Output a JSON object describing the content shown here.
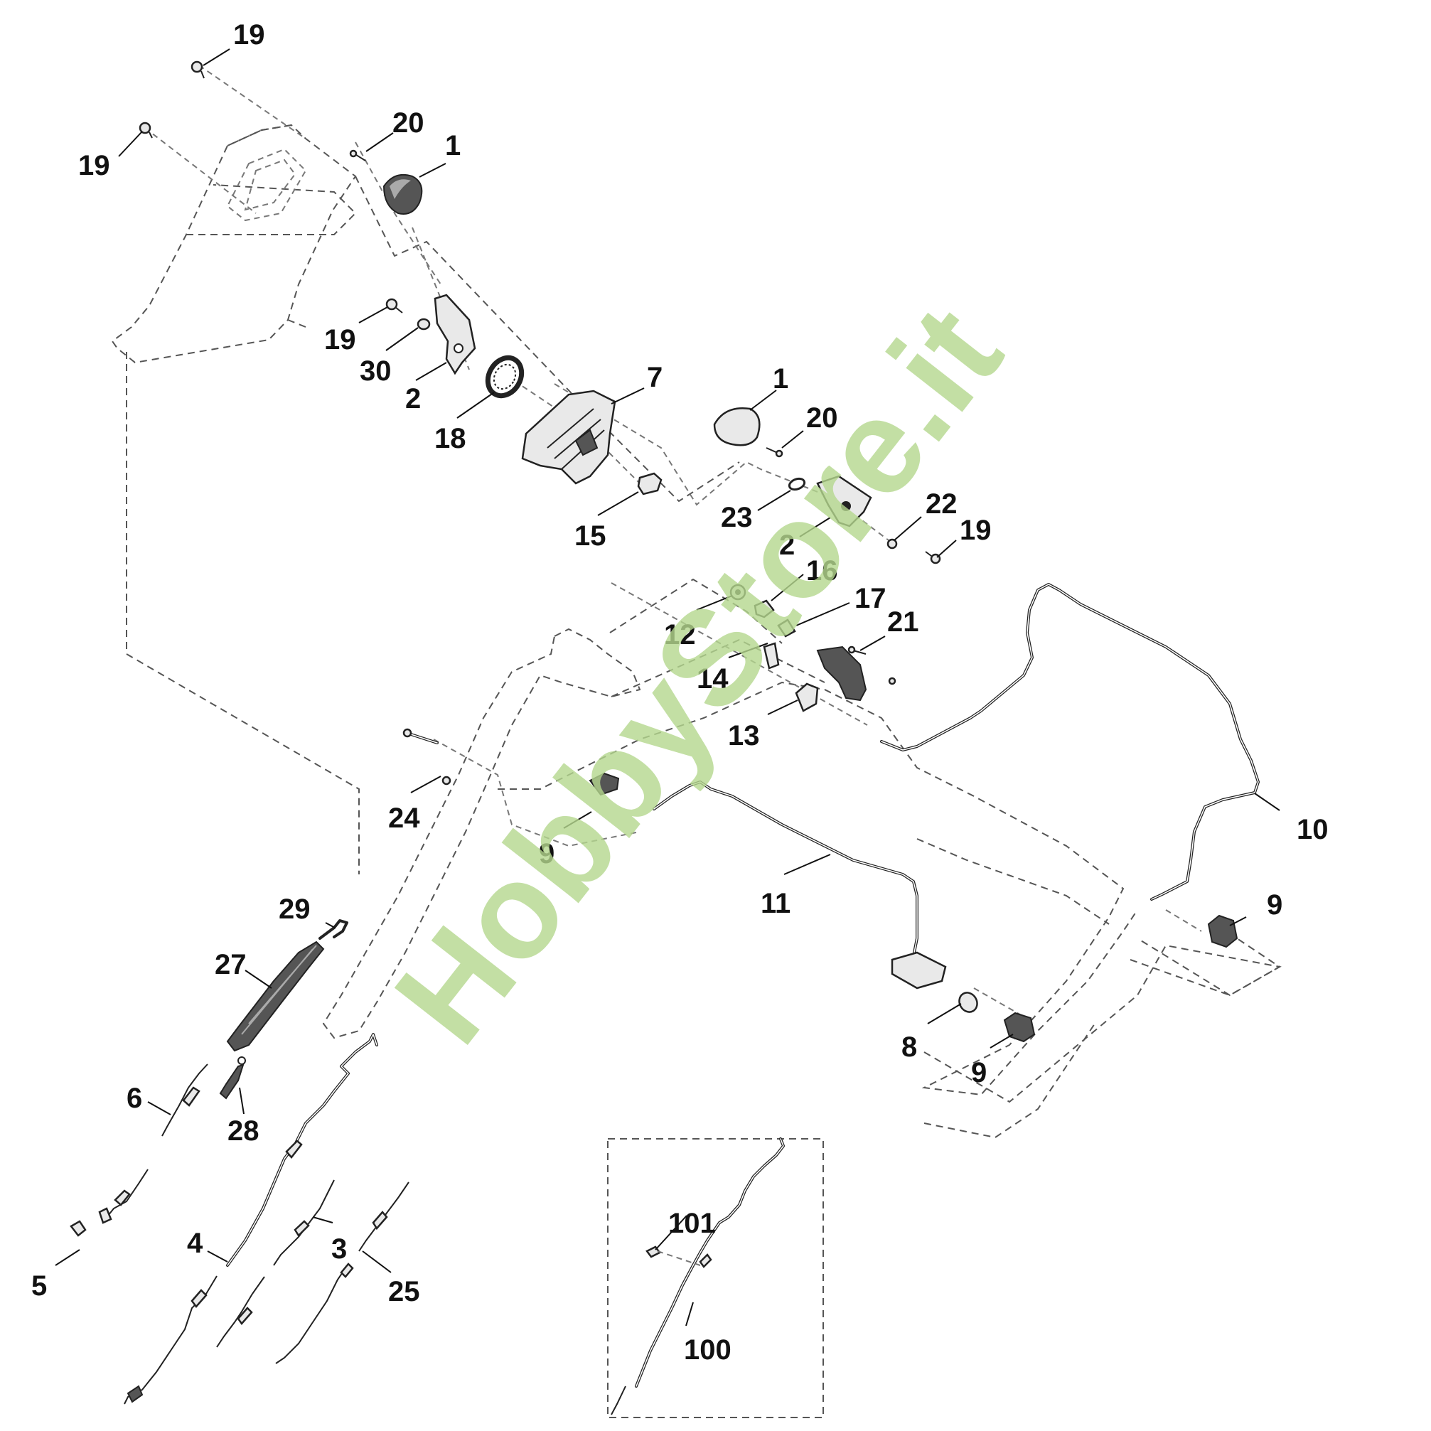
{
  "watermark": "HobbyStore.it",
  "watermark_color": "#b5d88e",
  "parts": [
    {
      "key": "p19a",
      "label": "19"
    },
    {
      "key": "p19b",
      "label": "19"
    },
    {
      "key": "p20a",
      "label": "20"
    },
    {
      "key": "p1a",
      "label": "1"
    },
    {
      "key": "p19c",
      "label": "19"
    },
    {
      "key": "p30",
      "label": "30"
    },
    {
      "key": "p2a",
      "label": "2"
    },
    {
      "key": "p18",
      "label": "18"
    },
    {
      "key": "p7",
      "label": "7"
    },
    {
      "key": "p1b",
      "label": "1"
    },
    {
      "key": "p20b",
      "label": "20"
    },
    {
      "key": "p15",
      "label": "15"
    },
    {
      "key": "p23",
      "label": "23"
    },
    {
      "key": "p22",
      "label": "22"
    },
    {
      "key": "p2b",
      "label": "2"
    },
    {
      "key": "p19d",
      "label": "19"
    },
    {
      "key": "p16",
      "label": "16"
    },
    {
      "key": "p17",
      "label": "17"
    },
    {
      "key": "p12",
      "label": "12"
    },
    {
      "key": "p21",
      "label": "21"
    },
    {
      "key": "p14",
      "label": "14"
    },
    {
      "key": "p13",
      "label": "13"
    },
    {
      "key": "p24",
      "label": "24"
    },
    {
      "key": "p9a",
      "label": "9"
    },
    {
      "key": "p10",
      "label": "10"
    },
    {
      "key": "p11",
      "label": "11"
    },
    {
      "key": "p9b",
      "label": "9"
    },
    {
      "key": "p29",
      "label": "29"
    },
    {
      "key": "p27",
      "label": "27"
    },
    {
      "key": "p8",
      "label": "8"
    },
    {
      "key": "p9c",
      "label": "9"
    },
    {
      "key": "p6",
      "label": "6"
    },
    {
      "key": "p28",
      "label": "28"
    },
    {
      "key": "p101",
      "label": "101"
    },
    {
      "key": "p4",
      "label": "4"
    },
    {
      "key": "p3",
      "label": "3"
    },
    {
      "key": "p5",
      "label": "5"
    },
    {
      "key": "p25",
      "label": "25"
    },
    {
      "key": "p100",
      "label": "100"
    }
  ]
}
